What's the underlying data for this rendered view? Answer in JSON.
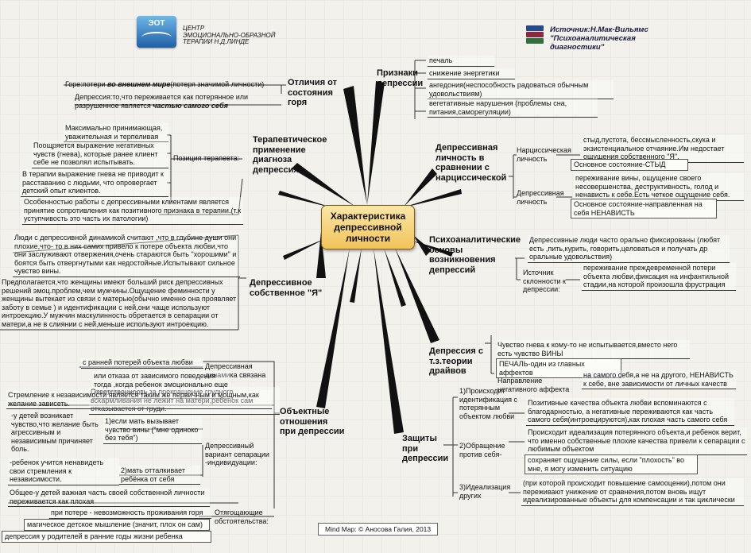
{
  "header": {
    "logo_text": "ЭОТ",
    "org_lines": [
      "ЦЕНТР",
      "ЭМОЦИОНАЛЬНО-ОБРАЗНОЙ",
      "ТЕРАПИИ Н.Д.ЛИНДЕ"
    ],
    "source_lines": [
      "Источник:Н.Мак-Вильямс",
      "\"Психоаналитическая",
      "диагностики\""
    ]
  },
  "center": {
    "title": "Характеристика депрессивной личности"
  },
  "footer": {
    "credit": "Mind Map: © Аносова Галия, 2013"
  },
  "branches": {
    "signs": {
      "title": "Признаки депрессии",
      "items": [
        "печаль",
        "снижение энергетики",
        "ангедония(неспособность радоваться  обычным удовольствиям)",
        "вегетативные нарушения (проблемы сна, питания,саморегуляции)"
      ]
    },
    "grief": {
      "title": "Отличия от состояния горя",
      "grief_pre": "Горе:потери ",
      "grief_em": "во внешнем мире",
      "grief_post": "(потеря значимой личности)",
      "dep_pre": "Депрессия:то,что переживается как потерянное или разрушенное является ",
      "dep_em": "частью самого себя"
    },
    "therapy": {
      "title": "Терапевтическое применение диагноза депрессия",
      "position_label": "Позиция терапевта:",
      "positions": [
        "Максимально принимающая, уважительная и терпеливая",
        "Поощряется выражение негативных чувств (гнева), которые ранее клиент себе не позволял испытывать.",
        "В терапии выражение гнева не приводит к расставанию с людьми, что опровергает детский опыт клиентов."
      ],
      "feature": "Особенностью работы с депрессивными клиентами является принятие сопротивления как позитивного признака в терапии.(т.к уступчивость это часть их патологии)"
    },
    "narc": {
      "title": "Депрессивная личность в сравнении с нарциссической",
      "narc_label": "Нарциссическая личность",
      "narc_desc": "стыд,пустота, бессмысленность,скука и экзистенциальное отчаяние.Им недостает ощущения собственного \"Я\".",
      "narc_core": "Основное состояние-СТЫД",
      "dep_label": "Депрессивная личность",
      "dep_desc": "переживание вины, ощущение своего несовершенства, деструктивность, голод и ненависть к себе.Есть четкое ощущение себя.",
      "dep_core": "Основное состояние-направленная на себя НЕНАВИСТЬ"
    },
    "psycho": {
      "title": "Психоаналитические основы возникновения депрессий",
      "oral": "Депрессивные люди часто орально фиксированы (любят есть ,пить,курить, говорить,целоваться и получать др оральные удовольствия)",
      "source_label": "Источник склонности к депрессии:",
      "source_desc": "переживание преждевременной потери объекта любви,фиксация на инфантильной стадии,на которой произошла фрустрация"
    },
    "selfi": {
      "title": "Депрессивное собственное \"Я\"",
      "desc1": "Люди с депрессивной динамикой  считают ,что в глубине души они плохие,что- то в них самих привело к потере объекта любви,что они заслуживают отвержения,очень стараются быть \"хорошими\" и боятся быть отвергнутыми как недостойные.Испытывают сильное чувство вины.",
      "desc2": "Предполагается,что женщины имеют больший риск  депрессивных решений эмоц.проблем,чем мужчины.Ощущение феминности у женщины вытекает из связи с матерью(обычно именно она проявляет заботу в семье ) и идентификации с ней,они чаще используют интроекцию.У мужчин маскулинность обретается в сепарации от матери,а не в слиянии с ней,меньше используют интроекцию."
    },
    "drives": {
      "title": "Депрессия с т.з.теории драйвов",
      "anger": "Чувство гнева к кому-то не испытывается,вместо него есть чувство ВИНЫ",
      "sadness": "ПЕЧАЛЬ-один из главных аффектов",
      "dir_label": "Направление негативного аффекта",
      "dir_desc": "на самого себя,а не на другого, НЕНАВИСТЬ к себе, вне зависимости от личных качеств"
    },
    "objects": {
      "title": "Объектные отношения при депрессии",
      "dyn_label": "Депрессивная динамика связана",
      "dyn1": "с ранней потерей объекта любви",
      "dyn2": "или отказа от зависимого поведения тогда ,когда ребенок эмоционально еще не готов к этому.",
      "dyn3": "Ответственность за прекращение грудного вскармливания не лежит на матери,ребенок сам отказывается от груди.",
      "dyn4": "Стремление к независимости является таким же первичным и мощным,как желание зависеть.",
      "variant_label": "Депрессивный вариант сепарации -индивидуации:",
      "v1_label": "1)если мать вызывает чувство вины (\"мне одиноко без тебя\")",
      "v1_desc": "-у детей возникает чувство,что желание быть агрессивным и независимым причиняет боль.",
      "v2_label": "2)мать отталкивает ребёнка от себя",
      "v2_desc": "-ребенок учится ненавидеть свои стремления к независимости.",
      "common": "Общее-у детей важная часть своей собственной личности переживается как плохая",
      "agg_label": "Отягощающие обстоятельства:",
      "agg": [
        "при потере - невозможность проживания горя",
        "магическое детское мышление (значит, плох он сам)",
        "депрессия у родителей в ранние годы жизни ребенка"
      ]
    },
    "defenses": {
      "title": "Защиты при депрессии",
      "d1_label": "1)Происходит идентификация с потерянным объектом любви",
      "d1_desc": "Позитивные качества объекта любви вспоминаются с благодарностью, а негативные переживаются как часть самого себя(интроецируются),как плохая часть самого себя",
      "d2_label": "2)Обращение против себя-",
      "d2_desc": "Происходит идеализация потерянного объекта,и ребенок верит, что именно собственные плохие качества привели к сепарации с любимым объектом",
      "d2_desc2": "сохраняет ощущение силы, если \"плохость\" во мне, я могу изменить ситуацию",
      "d3_label": "3)Идеализация других",
      "d3_desc": "(при которой происходит повышение самооценки),потом  они переживают унижение от сравнения,потом вновь ищут идеализированные объекты для компенсации и так циклически"
    }
  }
}
